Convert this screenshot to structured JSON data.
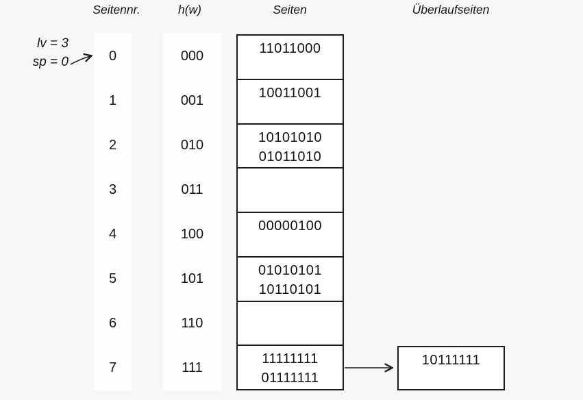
{
  "headers": {
    "seitennr": "Seitennr.",
    "hw": "h(w)",
    "seiten": "Seiten",
    "ueberlaufseiten": "Überlaufseiten"
  },
  "annotation": {
    "lv": "lv = 3",
    "sp": "sp = 0"
  },
  "rows": [
    {
      "num": "0",
      "hash": "000",
      "values": [
        "11011000"
      ]
    },
    {
      "num": "1",
      "hash": "001",
      "values": [
        "10011001"
      ]
    },
    {
      "num": "2",
      "hash": "010",
      "values": [
        "10101010",
        "01011010"
      ]
    },
    {
      "num": "3",
      "hash": "011",
      "values": []
    },
    {
      "num": "4",
      "hash": "100",
      "values": [
        "00000100"
      ]
    },
    {
      "num": "5",
      "hash": "101",
      "values": [
        "01010101",
        "10110101"
      ]
    },
    {
      "num": "6",
      "hash": "110",
      "values": []
    },
    {
      "num": "7",
      "hash": "111",
      "values": [
        "11111111",
        "01111111"
      ]
    }
  ],
  "overflow": {
    "values": [
      "10111111"
    ]
  },
  "colors": {
    "background": "#f7f7f7",
    "strip": "#fefefe",
    "line": "#1c1c1c",
    "text": "#141414"
  }
}
